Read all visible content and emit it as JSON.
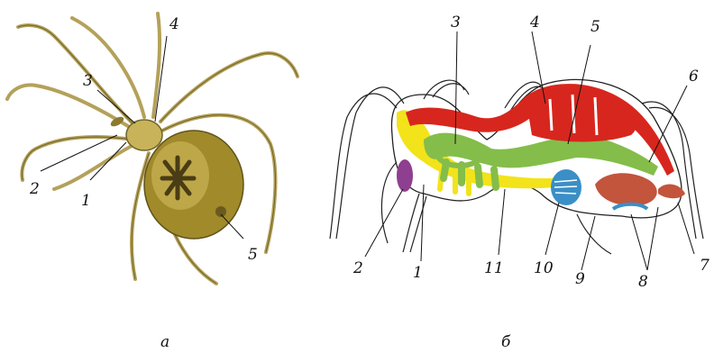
{
  "figure_a": {
    "caption": "а",
    "labels": {
      "l1": "1",
      "l2": "2",
      "l3": "3",
      "l4": "4",
      "l5": "5"
    }
  },
  "figure_b": {
    "caption": "б",
    "labels": {
      "l1": "1",
      "l2": "2",
      "l3": "3",
      "l4": "4",
      "l5": "5",
      "l6": "6",
      "l7": "7",
      "l8": "8",
      "l9": "9",
      "l10": "10",
      "l11": "11"
    }
  },
  "colors": {
    "heart_vessels": "#d7261e",
    "digestive_gut": "#84bd4a",
    "nerve_yellow": "#f2e31a",
    "purple_gland": "#8e3f8f",
    "book_lung": "#3a8fc6",
    "ovary_brown": "#c2553b",
    "spider_gold": "#a08a2a"
  }
}
